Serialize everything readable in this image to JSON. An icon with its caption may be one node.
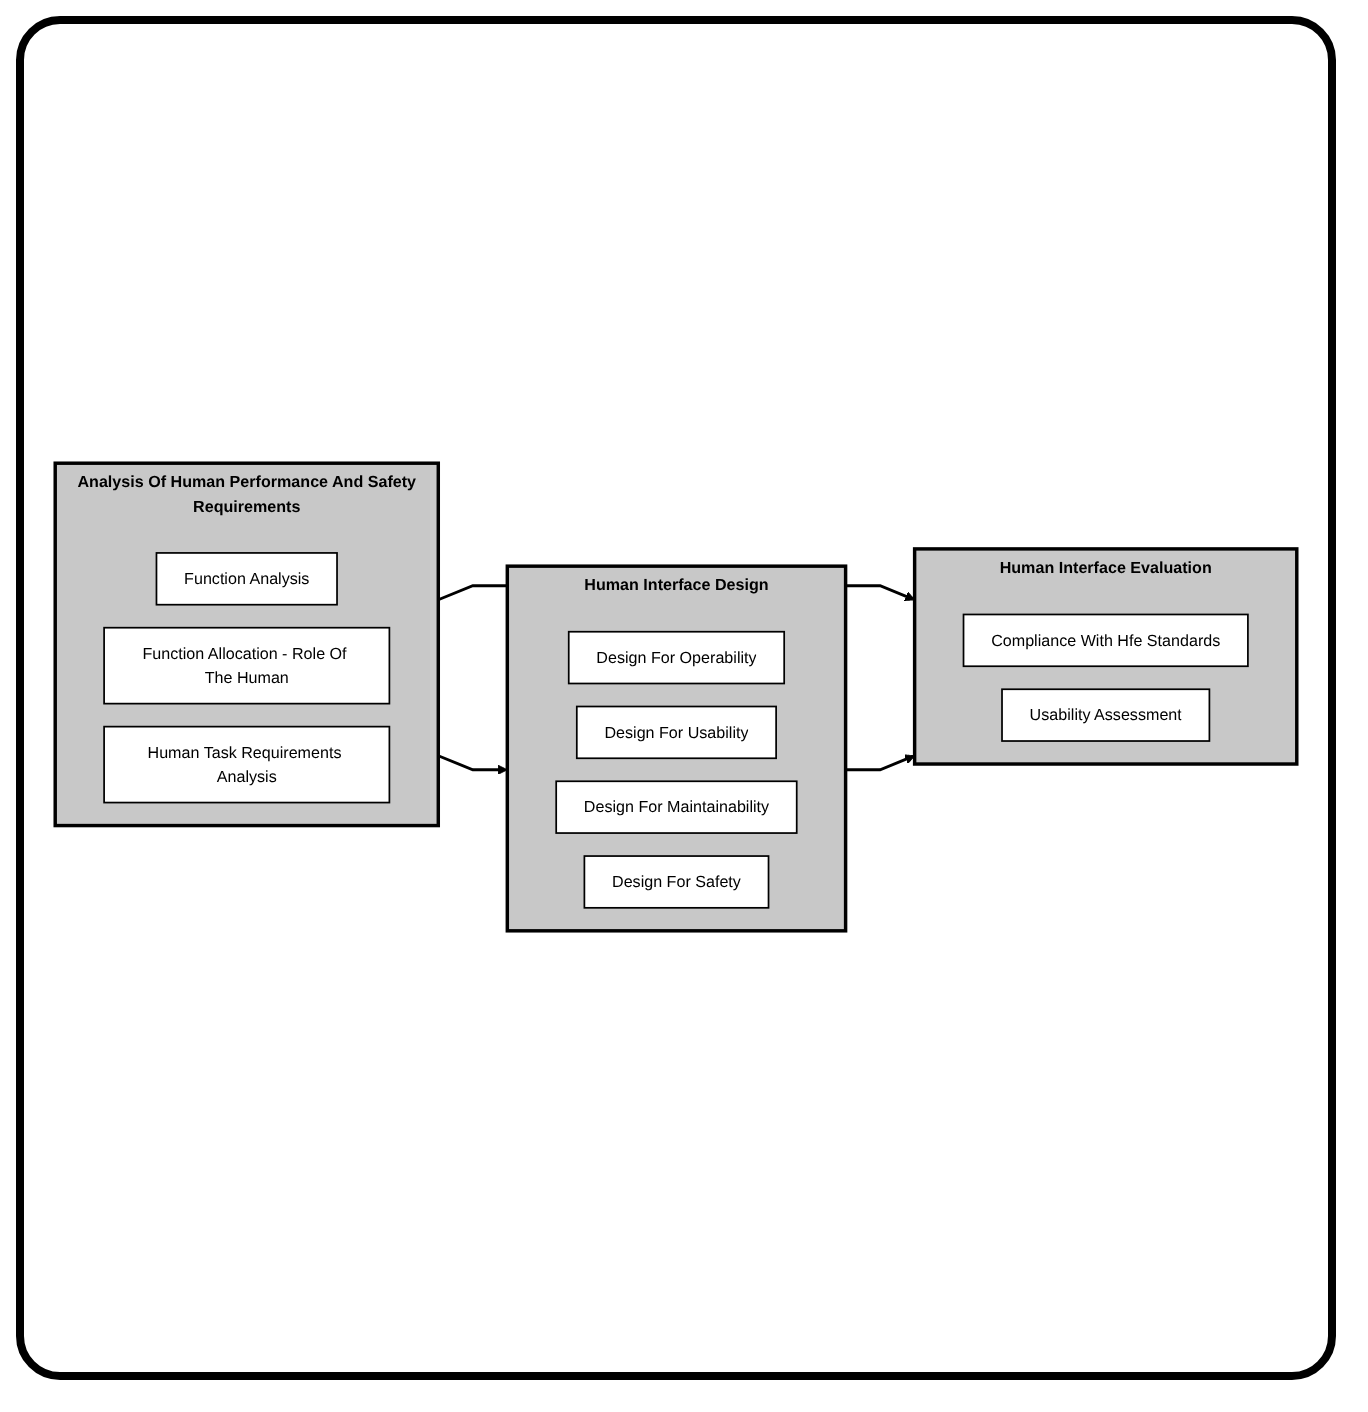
{
  "diagram": {
    "nodes": [
      {
        "text": [
          "Analysis Of Human Performance And Safety Requirements"
        ]
      },
      {
        "text": [
          "Function Analysis"
        ],
        "in": 0
      },
      {
        "text": [
          "Function Allocation - Role Of The Human"
        ],
        "in": 0
      },
      {
        "text": [
          "Human Task Requirements Analysis"
        ],
        "in": 0
      },
      {
        "text": [
          "Human Interface Evaluation"
        ]
      },
      {
        "text": [
          "Compliance With Hfe Standards"
        ],
        "in": 4
      },
      {
        "text": [
          "Usability Assessment"
        ],
        "in": 4
      },
      {
        "text": [
          "Human Interface Design"
        ]
      },
      {
        "text": [
          "Design For Operability"
        ],
        "in": 7
      },
      {
        "text": [
          "Design For Usability"
        ],
        "in": 7
      },
      {
        "text": [
          "Design For Maintainability"
        ],
        "in": 7
      },
      {
        "text": [
          "Design For Safety"
        ],
        "in": 7
      }
    ],
    "edges": [
      {
        "from": 0,
        "to": 4,
        "arrow": "to"
      },
      {
        "from": 0,
        "to": 7,
        "arrow": "to"
      },
      {
        "from": 7,
        "to": 4,
        "arrow": "to"
      }
    ]
  }
}
